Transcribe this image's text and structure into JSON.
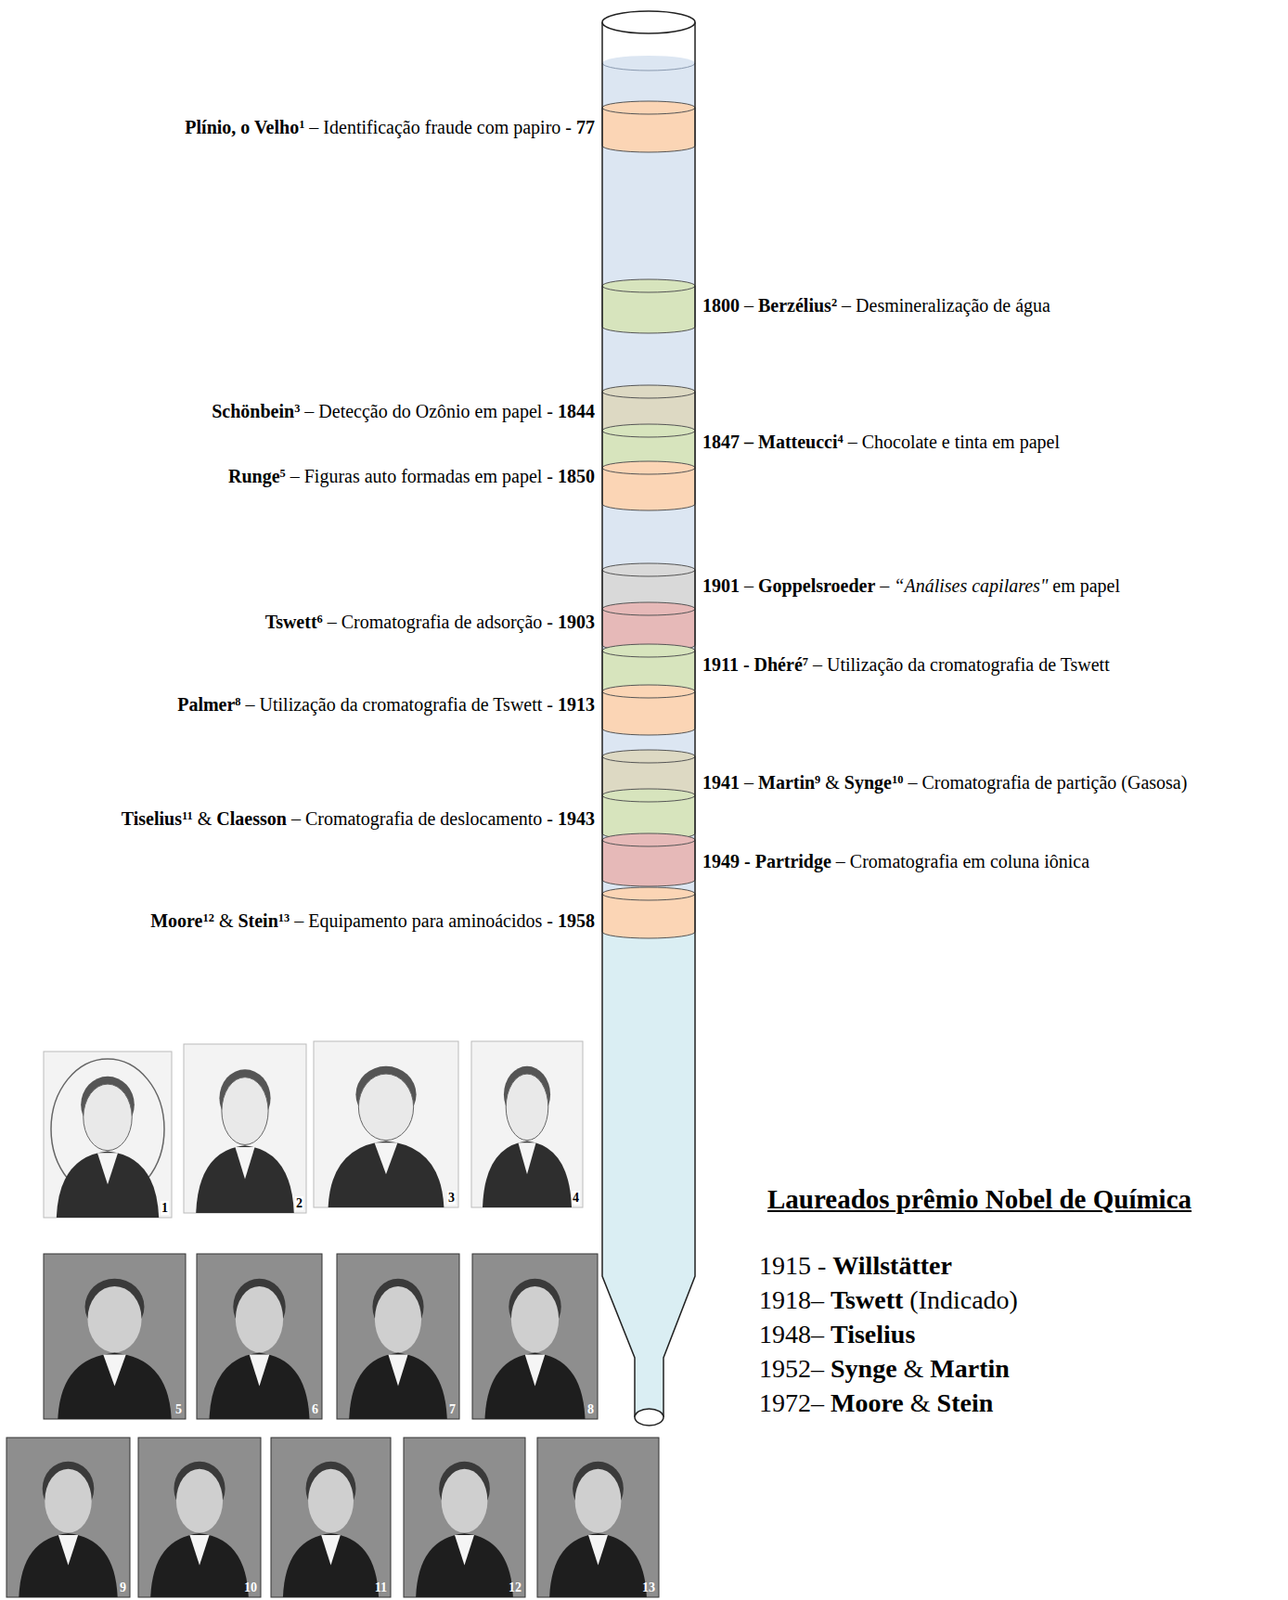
{
  "diagram": {
    "labels": [
      "Plínio, o Velho",
      "1",
      "– Identificação fraude com papiro -",
      "77",
      "1800",
      "–",
      "Berzélius",
      "2",
      "– Desmineralização de água",
      "Schönbein",
      "3",
      "– Detecção do Ozônio em papel -",
      "1844",
      "1847 – Matteucci",
      "4",
      "– Chocolate e tinta em papel",
      "Runge",
      "5",
      "– Figuras auto formadas em papel -",
      "1850",
      "1901",
      "–",
      "Goppelsroeder",
      "–",
      "“Análises capilares\"",
      "em papel",
      "Tswett",
      "6",
      "– Cromatografia de adsorção -",
      "1903",
      "1911 - Dhéré",
      "7",
      "– Utilização da cromatografia de Tswett",
      "Palmer",
      "8",
      "– Utilização da cromatografia de Tswett -",
      "1913",
      "1941",
      "–",
      "Martin",
      "9",
      "&",
      "Synge",
      "10",
      "– Cromatografia de partição (Gasosa)",
      "Tiselius",
      "11",
      "&",
      "Claesson",
      "– Cromatografia de deslocamento -",
      "1943",
      "1949 - Partridge",
      "– Cromatografia em coluna iônica",
      "Moore",
      "12",
      "&",
      "Stein",
      "13",
      "– Equipamento para aminoácidos -",
      "1958",
      "Laureados prêmio Nobel de Química",
      "1915 -",
      "Willstätter",
      "1918–",
      "Tswett",
      "(Indicado)",
      "1948–",
      "Tiselius",
      "1952–",
      "Synge",
      "&",
      "Martin",
      "1972–",
      "Moore",
      "&",
      "Stein",
      "1",
      "2",
      "3",
      "4",
      "5",
      "6",
      "7",
      "8",
      "9",
      "10",
      "11",
      "12",
      "13"
    ]
  }
}
